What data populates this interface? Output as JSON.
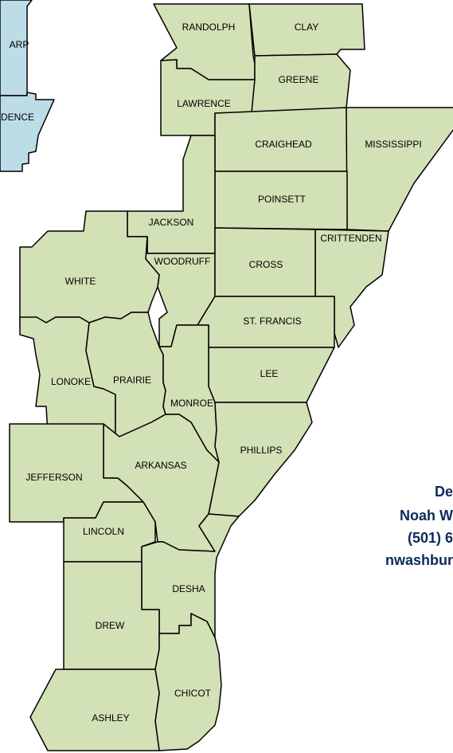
{
  "counties": [
    {
      "id": "randolph",
      "label": "RANDOLPH"
    },
    {
      "id": "clay",
      "label": "CLAY"
    },
    {
      "id": "greene",
      "label": "GREENE"
    },
    {
      "id": "lawrence",
      "label": "LAWRENCE"
    },
    {
      "id": "craighead",
      "label": "CRAIGHEAD"
    },
    {
      "id": "mississippi",
      "label": "MISSISSIPPI"
    },
    {
      "id": "poinsett",
      "label": "POINSETT"
    },
    {
      "id": "jackson",
      "label": "JACKSON"
    },
    {
      "id": "crittenden",
      "label": "CRITTENDEN"
    },
    {
      "id": "woodruff",
      "label": "WOODRUFF"
    },
    {
      "id": "cross",
      "label": "CROSS"
    },
    {
      "id": "white",
      "label": "WHITE"
    },
    {
      "id": "st-francis",
      "label": "ST. FRANCIS"
    },
    {
      "id": "lonoke",
      "label": "LONOKE"
    },
    {
      "id": "prairie",
      "label": "PRAIRIE"
    },
    {
      "id": "lee",
      "label": "LEE"
    },
    {
      "id": "monroe",
      "label": "MONROE"
    },
    {
      "id": "phillips",
      "label": "PHILLIPS"
    },
    {
      "id": "arkansas",
      "label": "ARKANSAS"
    },
    {
      "id": "jefferson",
      "label": "JEFFERSON"
    },
    {
      "id": "lincoln",
      "label": "LINCOLN"
    },
    {
      "id": "desha",
      "label": "DESHA"
    },
    {
      "id": "drew",
      "label": "DREW"
    },
    {
      "id": "chicot",
      "label": "CHICOT"
    },
    {
      "id": "ashley",
      "label": "ASHLEY"
    }
  ],
  "other_counties": [
    {
      "id": "sharp",
      "label": "ARP"
    },
    {
      "id": "independence",
      "label": "DENCE"
    }
  ],
  "contact": {
    "line1": "De",
    "line2": "Noah W",
    "line3": "(501) 6",
    "line4": "nwashbur"
  },
  "colors": {
    "region_fill": "#d3e1b6",
    "other_fill": "#bcdce8",
    "border": "#000000",
    "contact_text": "#0b2a5a"
  }
}
